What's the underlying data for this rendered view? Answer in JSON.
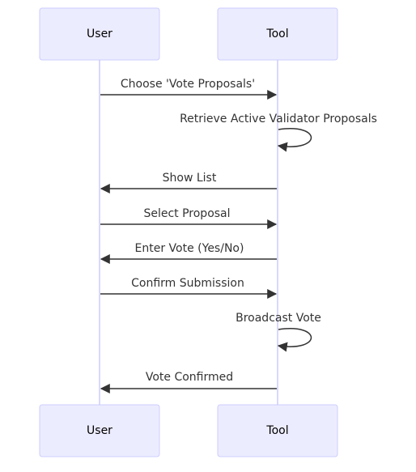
{
  "diagram": {
    "type": "sequence",
    "participants": [
      {
        "id": "user",
        "label": "User"
      },
      {
        "id": "tool",
        "label": "Tool"
      }
    ],
    "messages": [
      {
        "from": "user",
        "to": "tool",
        "text": "Choose 'Vote Proposals'"
      },
      {
        "from": "tool",
        "to": "tool",
        "text": "Retrieve Active Validator Proposals"
      },
      {
        "from": "tool",
        "to": "user",
        "text": "Show List"
      },
      {
        "from": "user",
        "to": "tool",
        "text": "Select Proposal"
      },
      {
        "from": "tool",
        "to": "user",
        "text": "Enter Vote (Yes/No)"
      },
      {
        "from": "user",
        "to": "tool",
        "text": "Confirm Submission"
      },
      {
        "from": "tool",
        "to": "tool",
        "text": "Broadcast Vote"
      },
      {
        "from": "tool",
        "to": "user",
        "text": "Vote Confirmed"
      }
    ]
  },
  "colors": {
    "actor_fill": "#ECECFF",
    "actor_border": "#CCCCFF",
    "lifeline": "#CCCCFF",
    "arrow": "#333333",
    "text": "#333333"
  }
}
